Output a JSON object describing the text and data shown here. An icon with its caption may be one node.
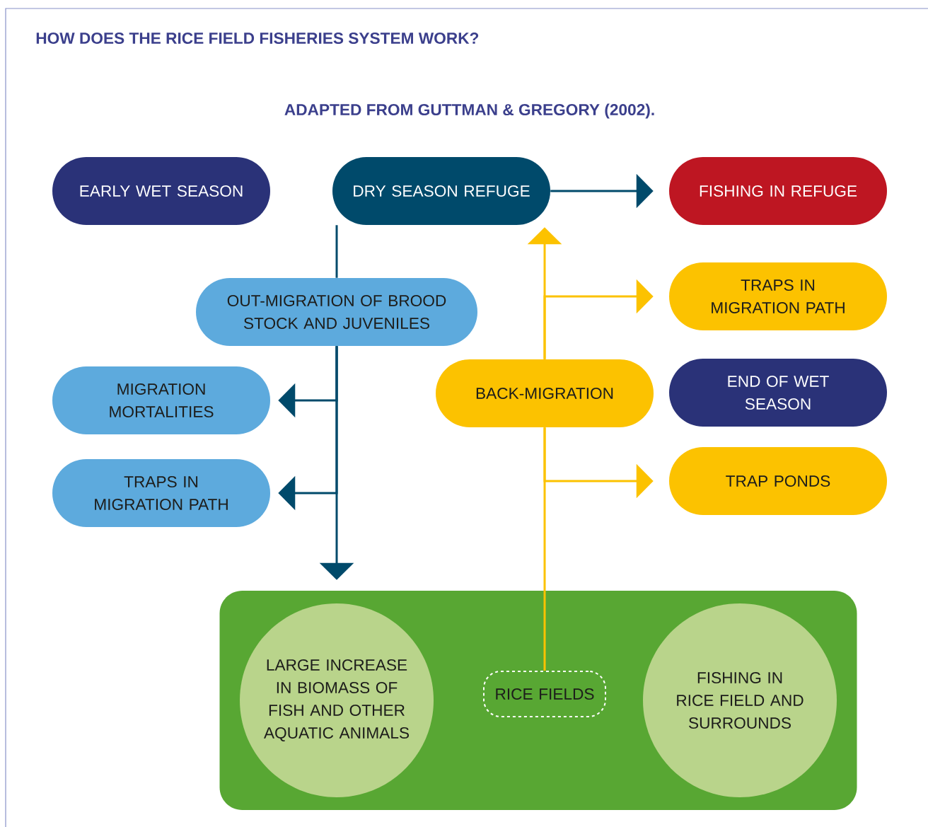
{
  "diagram": {
    "title": "HOW DOES THE RICE FIELD FISHERIES SYSTEM WORK?",
    "caption": "ADAPTED FROM GUTTMAN & GREGORY (2002).",
    "nodes": [
      {
        "text": [
          "EARLY WET SEASON"
        ]
      },
      {
        "text": [
          "DRY SEASON REFUGE"
        ]
      },
      {
        "text": [
          "FISHING IN REFUGE"
        ]
      },
      {
        "text": [
          "OUT-MIGRATION OF BROOD STOCK AND JUVENILES"
        ]
      },
      {
        "text": [
          "TRAPS IN MIGRATION PATH"
        ]
      },
      {
        "text": [
          "MIGRATION MORTALITIES"
        ]
      },
      {
        "text": [
          "BACK-MIGRATION"
        ]
      },
      {
        "text": [
          "END OF WET SEASON"
        ]
      },
      {
        "text": [
          "TRAPS IN MIGRATION PATH"
        ]
      },
      {
        "text": [
          "TRAP PONDS"
        ]
      },
      {
        "text": [],
        "shape": "box"
      },
      {
        "text": [
          "LARGE INCREASE IN BIOMASS OF FISH AND OTHER AQUATIC ANIMALS"
        ],
        "in": 10
      },
      {
        "text": [
          "RICE FIELDS"
        ],
        "in": 10
      },
      {
        "text": [
          "FISHING IN RICE FIELD AND SURROUNDS"
        ],
        "in": 10
      }
    ],
    "edges": [
      {
        "from": 1,
        "to": 2,
        "arrow": "to"
      },
      {
        "from": 1,
        "to": 3,
        "arrow": "none"
      },
      {
        "from": 3,
        "to": 10,
        "arrow": "to"
      },
      {
        "from": 3,
        "to": 5,
        "arrow": "to"
      },
      {
        "from": 3,
        "to": 8,
        "arrow": "to"
      },
      {
        "from": 12,
        "to": 6,
        "arrow": "none",
        "color": "#fcc200"
      },
      {
        "from": 6,
        "to": 1,
        "arrow": "to",
        "color": "#fcc200"
      },
      {
        "from": 6,
        "to": 4,
        "arrow": "to",
        "color": "#fcc200"
      },
      {
        "from": 6,
        "to": 9,
        "arrow": "to",
        "color": "#fcc200"
      }
    ]
  }
}
